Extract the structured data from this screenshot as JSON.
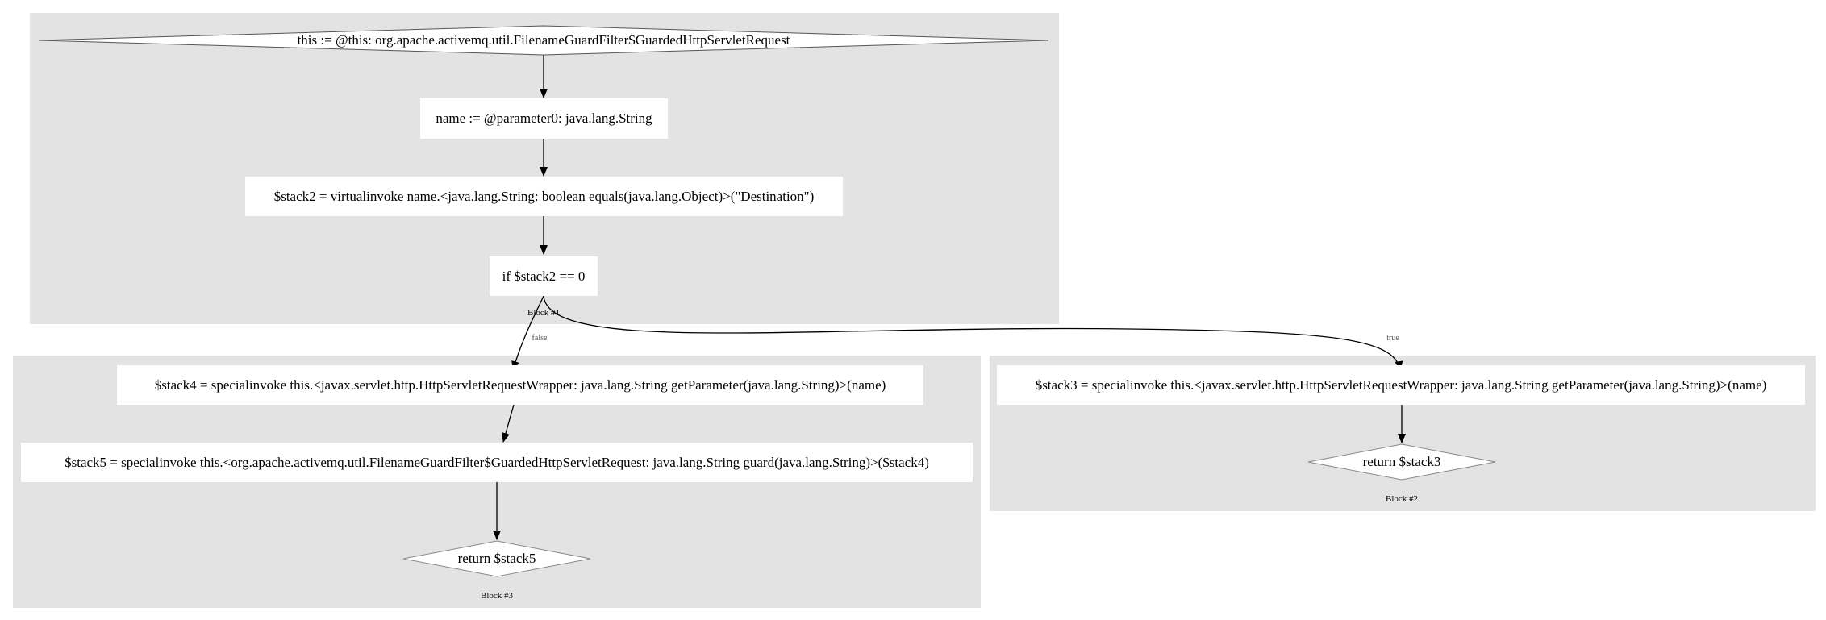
{
  "blocks": [
    {
      "label": "Block #1"
    },
    {
      "label": "Block #2"
    },
    {
      "label": "Block #3"
    }
  ],
  "nodes": {
    "b1_this": "this := @this: org.apache.activemq.util.FilenameGuardFilter$GuardedHttpServletRequest",
    "b1_name": "name := @parameter0: java.lang.String",
    "b1_stack2": "$stack2 = virtualinvoke name.<java.lang.String: boolean equals(java.lang.Object)>(\"Destination\")",
    "b1_if": "if $stack2 == 0",
    "b3_stack4": "$stack4 = specialinvoke this.<javax.servlet.http.HttpServletRequestWrapper: java.lang.String getParameter(java.lang.String)>(name)",
    "b3_stack5": "$stack5 = specialinvoke this.<org.apache.activemq.util.FilenameGuardFilter$GuardedHttpServletRequest: java.lang.String guard(java.lang.String)>($stack4)",
    "b3_return": "return $stack5",
    "b2_stack3": "$stack3 = specialinvoke this.<javax.servlet.http.HttpServletRequestWrapper: java.lang.String getParameter(java.lang.String)>(name)",
    "b2_return": "return $stack3"
  },
  "edges": {
    "false_label": "false",
    "true_label": "true"
  }
}
